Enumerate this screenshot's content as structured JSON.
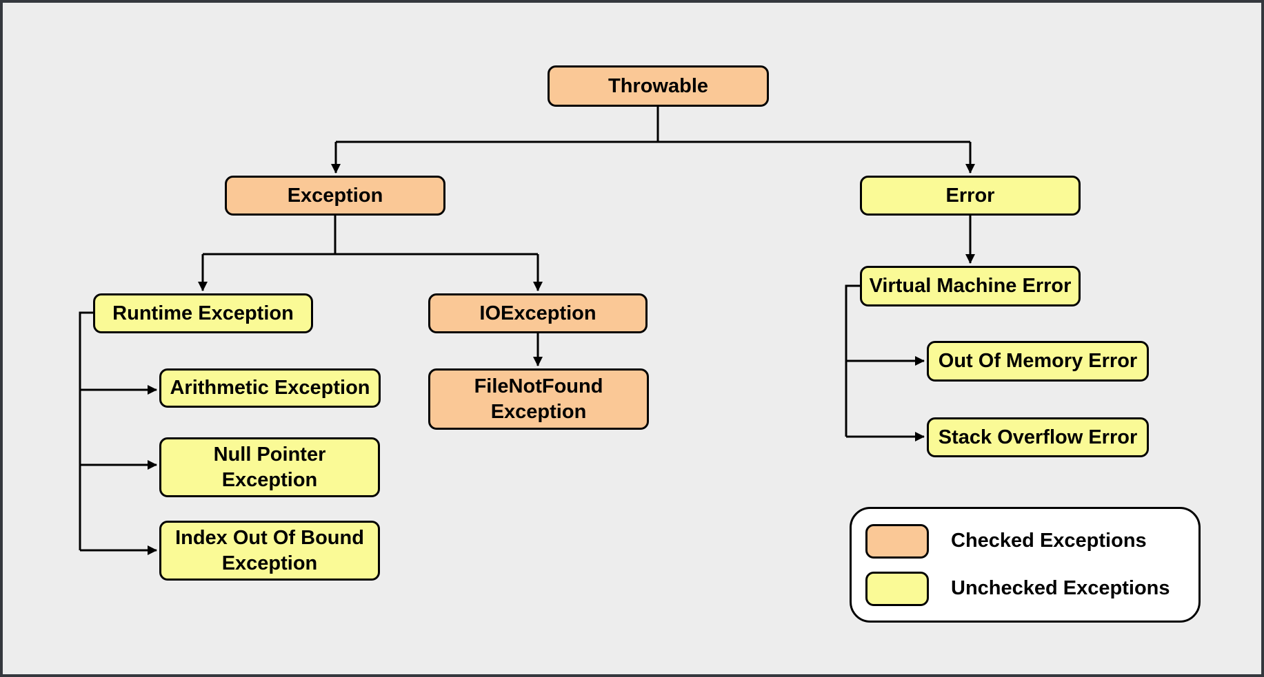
{
  "diagram": {
    "nodes": {
      "throwable": {
        "label": "Throwable",
        "type": "checked"
      },
      "exception": {
        "label": "Exception",
        "type": "checked"
      },
      "error": {
        "label": "Error",
        "type": "unchecked"
      },
      "runtime_exception": {
        "label": "Runtime Exception",
        "type": "unchecked"
      },
      "arithmetic_exception": {
        "label": "Arithmetic Exception",
        "type": "unchecked"
      },
      "null_pointer_exception": {
        "label": "Null Pointer\nException",
        "type": "unchecked"
      },
      "index_out_of_bound_exception": {
        "label": "Index Out Of Bound\nException",
        "type": "unchecked"
      },
      "io_exception": {
        "label": "IOException",
        "type": "checked"
      },
      "file_not_found_exception": {
        "label": "FileNotFound\nException",
        "type": "checked"
      },
      "virtual_machine_error": {
        "label": "Virtual Machine Error",
        "type": "unchecked"
      },
      "out_of_memory_error": {
        "label": "Out Of Memory Error",
        "type": "unchecked"
      },
      "stack_overflow_error": {
        "label": "Stack Overflow Error",
        "type": "unchecked"
      }
    },
    "legend": {
      "items": [
        {
          "label": "Checked Exceptions",
          "color": "#FAC896"
        },
        {
          "label": "Unchecked Exceptions",
          "color": "#FAFA96"
        }
      ]
    },
    "colors": {
      "checked_fill": "#FAC896",
      "unchecked_fill": "#FAFA96",
      "box_border": "#000000",
      "connector": "#000000",
      "background": "#EDEDED",
      "outer_frame": "#35383E",
      "legend_background": "#FFFFFF"
    }
  }
}
